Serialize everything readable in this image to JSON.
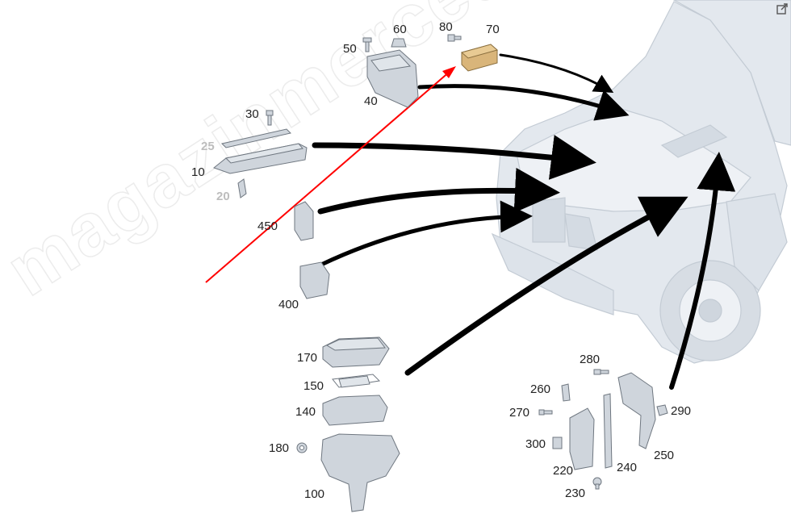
{
  "watermark": "magazinmercedes.ru",
  "labels": {
    "p10": "10",
    "p20": "20",
    "p25": "25",
    "p30": "30",
    "p40": "40",
    "p50": "50",
    "p60": "60",
    "p70": "70",
    "p80": "80",
    "p100": "100",
    "p140": "140",
    "p150": "150",
    "p170": "170",
    "p180": "180",
    "p220": "220",
    "p230": "230",
    "p240": "240",
    "p250": "250",
    "p260": "260",
    "p270": "270",
    "p280": "280",
    "p290": "290",
    "p300": "300",
    "p400": "400",
    "p450": "450"
  },
  "colors": {
    "vehicle_fill": "#e3e8ee",
    "vehicle_line": "#c3cbd4",
    "part_fill": "#cfd5dc",
    "part_line": "#6f7780",
    "highlight_part": "#d9b57a",
    "arrow": "#000000",
    "pointer": "#ff0000"
  },
  "icons": {
    "corner": "external-link-icon"
  }
}
